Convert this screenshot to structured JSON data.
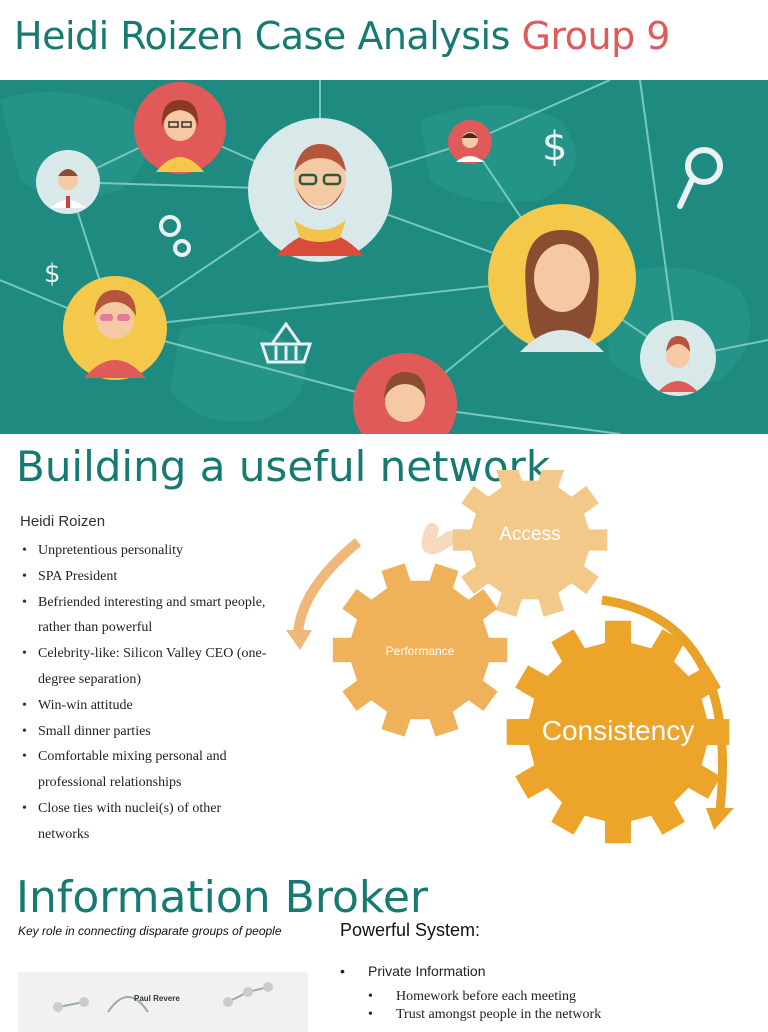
{
  "header": {
    "title_main": "Heidi Roizen Case Analysis",
    "title_accent": "Group 9"
  },
  "colors": {
    "teal": "#167a72",
    "coral": "#e05a5a",
    "hero_bg": "#1f8a80",
    "gear_light": "#f3c98a",
    "gear_mid": "#efb25a",
    "gear_dark": "#eca52a"
  },
  "hero": {
    "icons": [
      "avatar-icon",
      "dollar-icon",
      "magnifier-icon",
      "gears-icon",
      "basket-icon"
    ],
    "glyphs": {
      "dollar": "$"
    }
  },
  "network": {
    "heading": "Building a useful network",
    "subheading": "Heidi Roizen",
    "bullets": [
      "Unpretentious personality",
      "SPA President",
      "Befriended interesting and smart people, rather than powerful",
      "Celebrity-like: Silicon Valley CEO (one-degree separation)",
      "Win-win attitude",
      "Small dinner parties",
      "Comfortable mixing personal and professional relationships",
      "Close ties with nuclei(s) of other networks"
    ],
    "gears": {
      "access": "Access",
      "performance": "Performance",
      "consistency": "Consistency"
    }
  },
  "broker": {
    "heading": "Information Broker",
    "caption": "Key role in connecting disparate groups of people",
    "image_label": "Paul Revere",
    "system_title": "Powerful System:",
    "system_items": [
      {
        "label": "Private Information",
        "sub": [
          "Homework before each meeting",
          "Trust amongst people in the network"
        ]
      }
    ]
  }
}
